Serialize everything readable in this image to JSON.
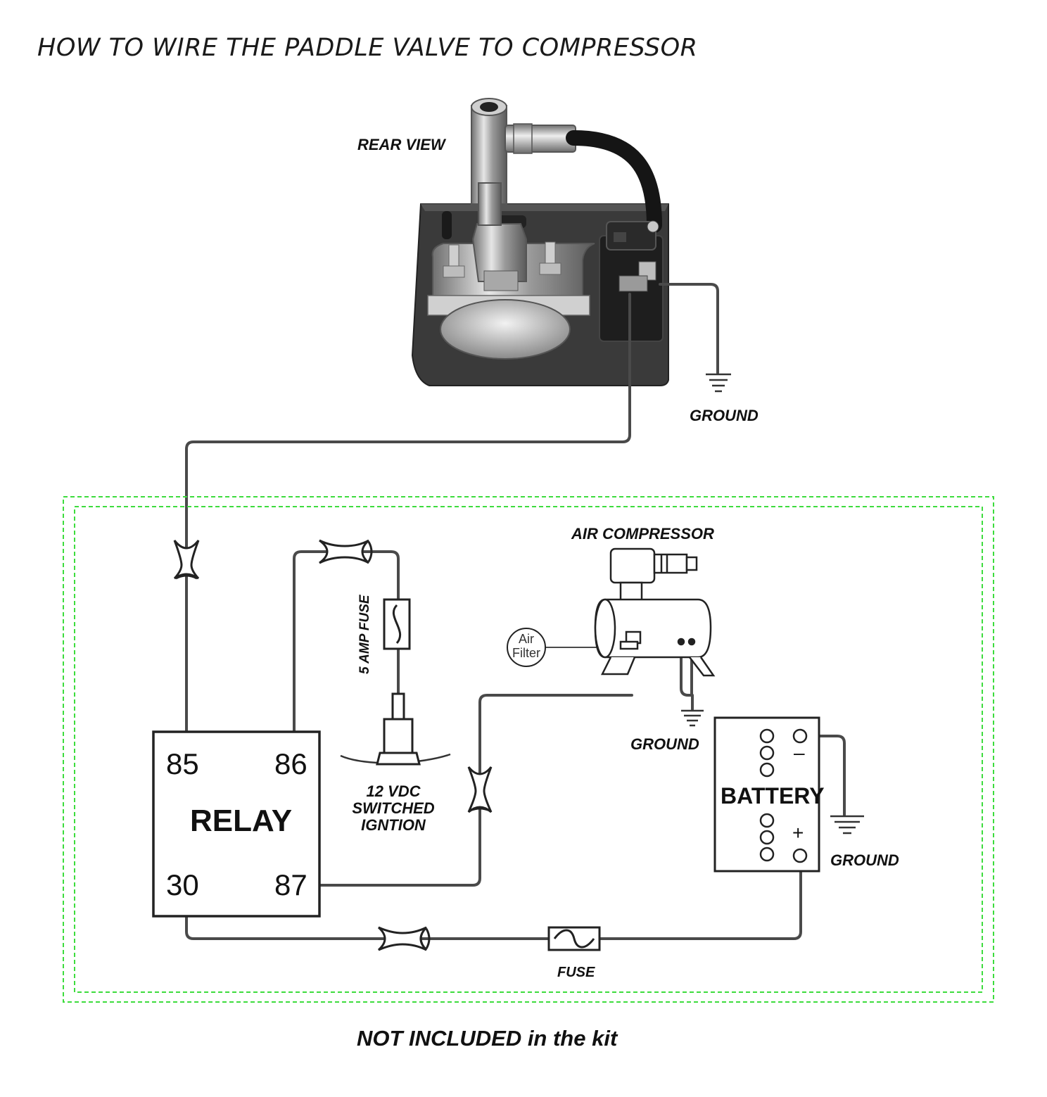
{
  "title": "HOW TO WIRE THE PADDLE VALVE TO COMPRESSOR",
  "labels": {
    "rear_view": "REAR VIEW",
    "ground_top": "GROUND",
    "air_compressor": "AIR COMPRESSOR",
    "air_filter_line1": "Air",
    "air_filter_line2": "Filter",
    "fuse_5amp": "5 AMP FUSE",
    "ignition_line1": "12 VDC",
    "ignition_line2": "SWITCHED",
    "ignition_line3": "IGNTION",
    "ground_compressor": "GROUND",
    "ground_battery": "GROUND",
    "fuse": "FUSE",
    "footer": "NOT INCLUDED in the kit"
  },
  "relay": {
    "label": "RELAY",
    "terminals": {
      "t85": "85",
      "t86": "86",
      "t30": "30",
      "t87": "87"
    }
  },
  "battery": {
    "label": "BATTERY",
    "negative": "–",
    "positive": "+"
  },
  "colors": {
    "wire": "#4a4a4a",
    "dashed_border": "#3ddc3d",
    "outline": "#222222"
  }
}
